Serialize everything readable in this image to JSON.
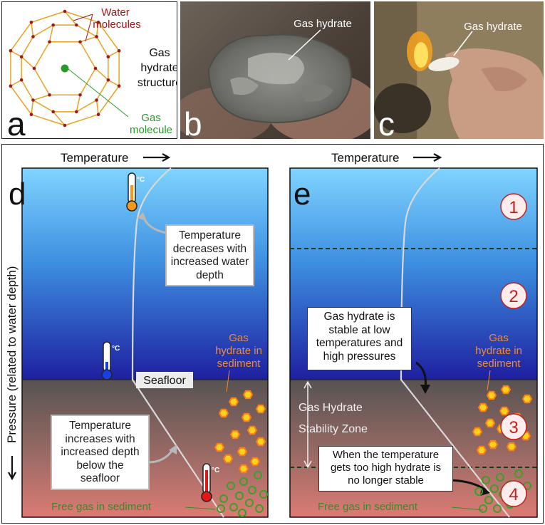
{
  "panel_a": {
    "letter": "a",
    "water_label": "Water molecules",
    "structure_label": [
      "Gas",
      "hydrate",
      "structure"
    ],
    "gas_label": "Gas molecule"
  },
  "panel_b": {
    "letter": "b",
    "label": "Gas hydrate"
  },
  "panel_c": {
    "letter": "c",
    "label": "Gas hydrate"
  },
  "panel_d": {
    "letter": "d",
    "temperature_axis": "Temperature",
    "pressure_axis": "Pressure (related to water depth)",
    "thermo_unit": "°C",
    "seafloor": "Seafloor",
    "callout_top": [
      "Temperature",
      "decreases with",
      "increased water",
      "depth"
    ],
    "callout_bottom": [
      "Temperature",
      "increases with",
      "increased depth",
      "below the",
      "seafloor"
    ],
    "hydrate_label": [
      "Gas",
      "hydrate in",
      "sediment"
    ],
    "free_gas": "Free gas in sediment"
  },
  "panel_e": {
    "letter": "e",
    "temperature_axis": "Temperature",
    "zones": [
      "1",
      "2",
      "3",
      "4"
    ],
    "stable_text": [
      "Gas hydrate is",
      "stable at low",
      "temperatures and",
      "high pressures"
    ],
    "unstable_text": [
      "When the temperature",
      "gets too high hydrate is",
      "no longer stable"
    ],
    "stability_zone": [
      "Gas Hydrate",
      "Stability Zone"
    ],
    "hydrate_label": [
      "Gas",
      "hydrate in",
      "sediment"
    ],
    "free_gas": "Free gas in sediment"
  },
  "colors": {
    "water_molecule": "#a01818",
    "cage_edge": "#e8a020",
    "gas_molecule": "#2a9a2a",
    "hydrate_label": "#f08a30",
    "free_gas": "#3a8a2a",
    "zone_number": "#c02020"
  }
}
